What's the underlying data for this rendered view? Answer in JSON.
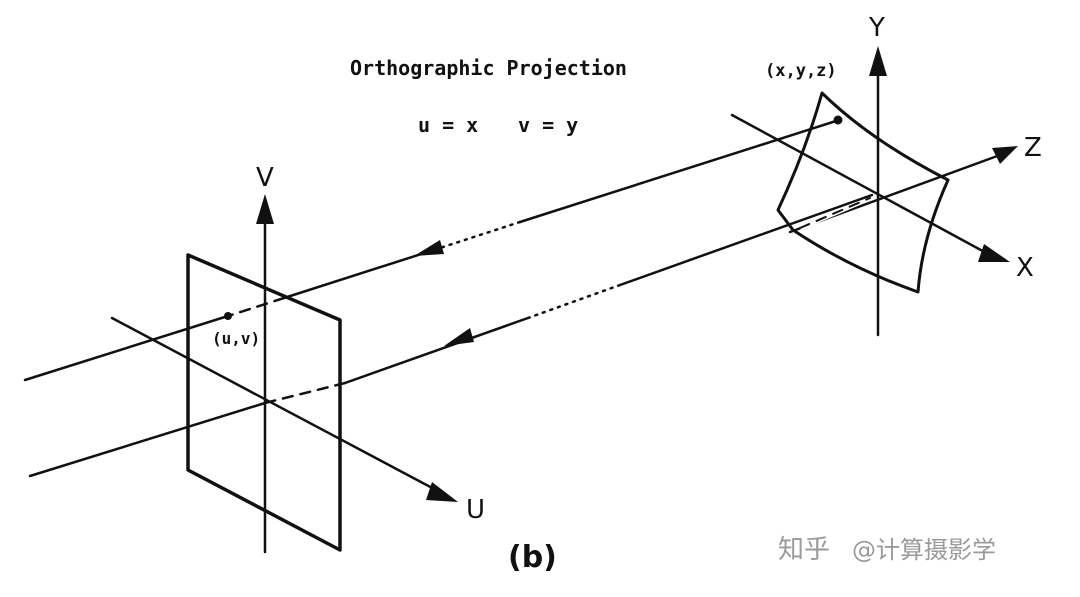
{
  "title": "Orthographic Projection",
  "equations": {
    "u": "u = x",
    "v": "v = y"
  },
  "point_3d_label": "(x,y,z)",
  "point_2d_label": "(u,v)",
  "axes": {
    "world_y": "Y",
    "world_z": "Z",
    "world_x": "X",
    "image_v": "V",
    "image_u": "U"
  },
  "caption": "(b)",
  "watermark": {
    "text_cn": "知乎",
    "handle": "@计算摄影学"
  },
  "colors": {
    "ink": "#111111",
    "background": "#ffffff",
    "watermark": "#9a9a9a"
  }
}
